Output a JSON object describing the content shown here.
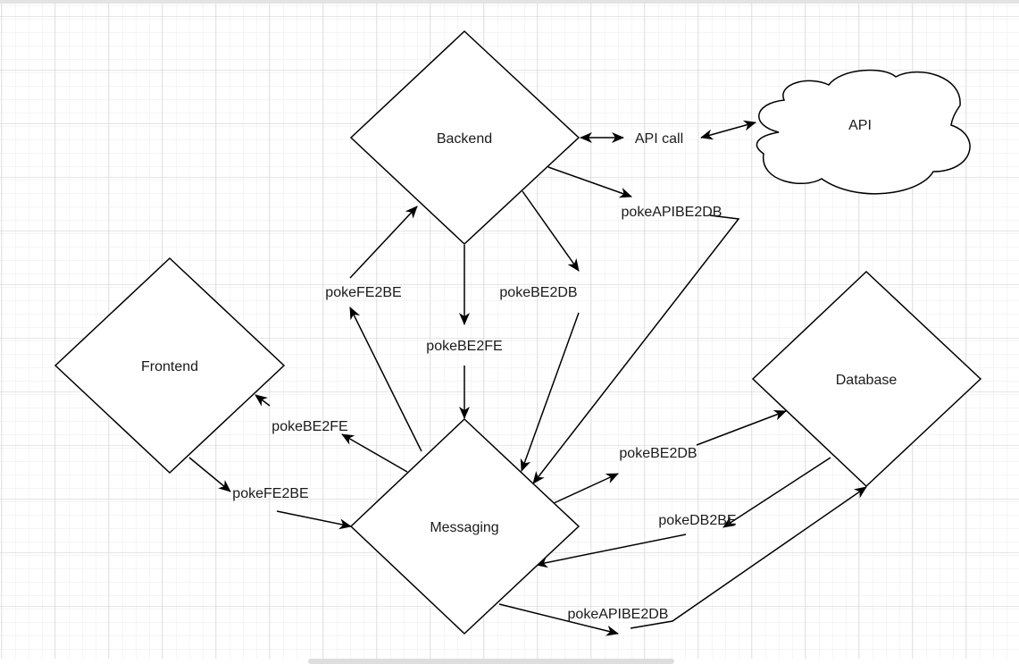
{
  "diagram": {
    "nodes": {
      "backend": {
        "label": "Backend",
        "shape": "rhombus"
      },
      "frontend": {
        "label": "Frontend",
        "shape": "rhombus"
      },
      "messaging": {
        "label": "Messaging",
        "shape": "rhombus"
      },
      "database": {
        "label": "Database",
        "shape": "rhombus"
      },
      "api": {
        "label": "API",
        "shape": "cloud"
      }
    },
    "edge_labels": {
      "api_call": "API call",
      "be_poke_api_be2db": "pokeAPIBE2DB",
      "be_poke_be2db": "pokeBE2DB",
      "be_poke_be2fe": "pokeBE2FE",
      "msg_poke_fe2be_up": "pokeFE2BE",
      "msg_poke_be2fe_left": "pokeBE2FE",
      "fe_poke_fe2be": "pokeFE2BE",
      "msg_poke_be2db": "pokeBE2DB",
      "db_poke_db2be": "pokeDB2BE",
      "msg_poke_api_be2db": "pokeAPIBE2DB"
    },
    "edges": [
      {
        "from": "backend",
        "to": "api",
        "label": "API call",
        "direction": "bidirectional"
      },
      {
        "from": "backend",
        "to": "messaging",
        "label": "pokeAPIBE2DB"
      },
      {
        "from": "backend",
        "to": "messaging",
        "label": "pokeBE2DB"
      },
      {
        "from": "backend",
        "to": "messaging",
        "label": "pokeBE2FE"
      },
      {
        "from": "messaging",
        "to": "backend",
        "label": "pokeFE2BE"
      },
      {
        "from": "messaging",
        "to": "frontend",
        "label": "pokeBE2FE"
      },
      {
        "from": "frontend",
        "to": "messaging",
        "label": "pokeFE2BE"
      },
      {
        "from": "messaging",
        "to": "database",
        "label": "pokeBE2DB"
      },
      {
        "from": "database",
        "to": "messaging",
        "label": "pokeDB2BE"
      },
      {
        "from": "messaging",
        "to": "database",
        "label": "pokeAPIBE2DB"
      }
    ]
  },
  "colors": {
    "stroke": "#000000",
    "fill": "#ffffff",
    "grid_major": "#d9d9d9",
    "grid_minor": "#f0f0f0"
  }
}
